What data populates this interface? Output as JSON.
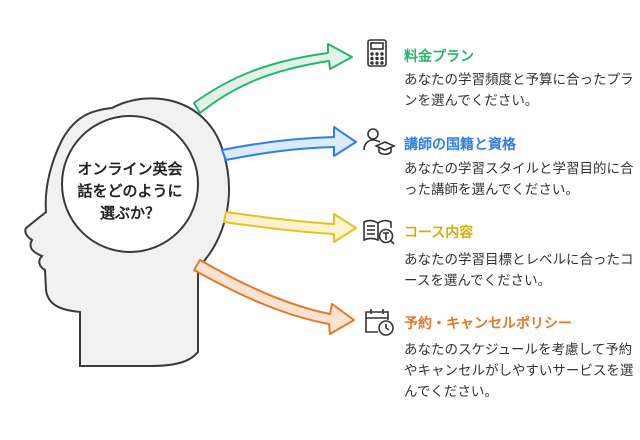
{
  "center": {
    "lines": [
      "オンライン英会",
      "話をどのように",
      "選ぶか？"
    ]
  },
  "colors": {
    "green": "#2bb36c",
    "blue": "#2f7fe8",
    "yellow": "#e6c21f",
    "orange": "#e07a2a",
    "head_fill": "#f1f1f1",
    "head_stroke": "#3a3a3a"
  },
  "items": [
    {
      "title": "料金プラン",
      "desc": "あなたの学習頻度と予算に合ったプランを選んでください。",
      "icon": "calculator-icon"
    },
    {
      "title": "講師の国籍と資格",
      "desc": "あなたの学習スタイルと学習目的に合った講師を選んでください。",
      "icon": "teacher-graduate-icon"
    },
    {
      "title": "コース内容",
      "desc": "あなたの学習目標とレベルに合ったコースを選んでください。",
      "icon": "book-text-icon"
    },
    {
      "title": "予約・キャンセルポリシー",
      "desc": "あなたのスケジュールを考慮して予約やキャンセルがしやすいサービスを選んでください。",
      "icon": "calendar-clock-icon"
    }
  ]
}
